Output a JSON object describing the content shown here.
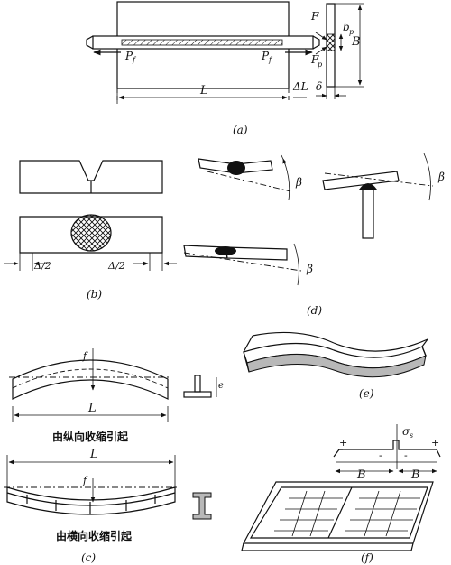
{
  "figure": {
    "a": {
      "caption": "(a)",
      "labels": {
        "force_left": "P",
        "force_left_sub": "f",
        "force_right": "P",
        "force_right_sub": "f",
        "length": "L",
        "delta_length": "ΔL",
        "delta": "δ",
        "F": "F",
        "F_p": "F",
        "F_p_sub": "p",
        "b_p": "b",
        "b_p_sub": "p",
        "B": "B"
      }
    },
    "b": {
      "caption": "(b)",
      "labels": {
        "left_shift": "Δ/2",
        "right_shift": "Δ/2"
      }
    },
    "c": {
      "caption": "(c)",
      "labels": {
        "upper_length": "L",
        "upper_caption": "由纵向收缩引起",
        "lower_length": "L",
        "lower_caption": "由横向收缩引起",
        "eccentricity": "e",
        "deflection_upper": "f",
        "deflection_lower": "f"
      }
    },
    "d": {
      "caption": "(d)",
      "labels": {
        "beta1": "β",
        "beta2": "β",
        "beta3": "β"
      }
    },
    "e": {
      "caption": "(e)"
    },
    "f": {
      "caption": "(f)",
      "labels": {
        "B_left": "B",
        "B_right": "B",
        "sigma": "σ",
        "sigma_sub": "s",
        "plus1": "+",
        "plus2": "+",
        "minus1": "-",
        "minus2": "-"
      }
    }
  }
}
